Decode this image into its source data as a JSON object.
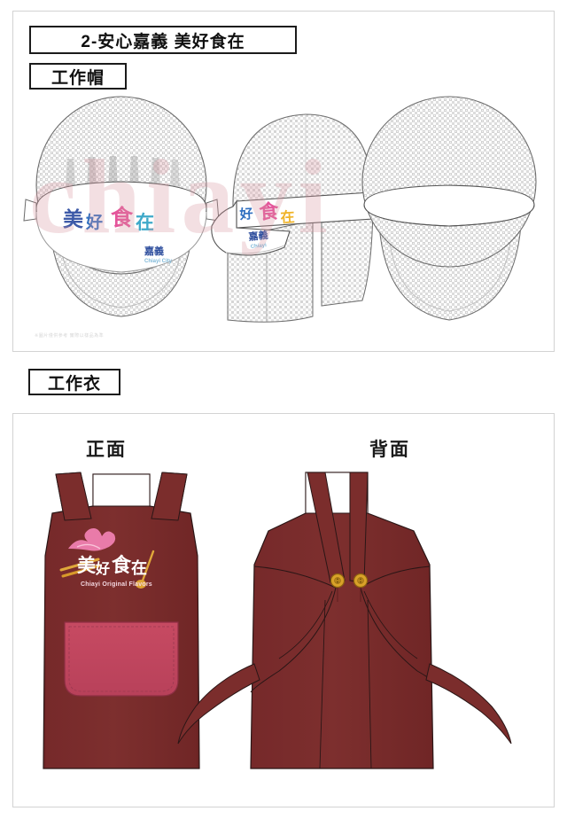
{
  "document": {
    "title": "2-安心嘉義 美好食在"
  },
  "sections": {
    "cap": {
      "heading": "工作帽",
      "footnote": "※圖片僅供參考 實際以樣品為準",
      "views": [
        {
          "name": "front-view",
          "label": ""
        },
        {
          "name": "side-view",
          "label": ""
        },
        {
          "name": "back-view",
          "label": ""
        }
      ],
      "cap_logo": {
        "chars": [
          "美",
          "好",
          "食",
          "在"
        ],
        "char_colors": [
          "#3d5aa8",
          "#2f6fc0",
          "#e4559b",
          "#3fa9c9"
        ],
        "sub_cn": "嘉義",
        "sub_en": "Chiayi City",
        "sub_cn_color": "#2f4f9e",
        "sub_en_color": "#7fb8d8"
      },
      "side_logo": {
        "chars": [
          "好",
          "食",
          "在"
        ],
        "char_colors": [
          "#2f6fc0",
          "#e4559b",
          "#f0b429"
        ],
        "sub_cn": "嘉義",
        "sub_en": "Chiayi"
      }
    },
    "apron": {
      "heading": "工作衣",
      "views": [
        {
          "name": "front",
          "label": "正面"
        },
        {
          "name": "back",
          "label": "背面"
        }
      ],
      "apron_logo": {
        "chars": [
          "美",
          "好",
          "食",
          "在"
        ],
        "subtitle_en": "Chiayi Original Flavors"
      }
    }
  },
  "watermark": {
    "text": "chiayi"
  },
  "colors": {
    "apron_body": "#7b2d2c",
    "apron_body_dark": "#6b2524",
    "apron_pocket": "#c2485f",
    "button_gold": "#d9a229",
    "button_gold_dark": "#a97c18",
    "outline": "#2a1616",
    "cap_mesh": "#c9c9c9",
    "cap_band": "#ffffff",
    "panel_border": "#d3d3d3",
    "label_border": "#1b1b1b",
    "watermark": "#d896a0"
  }
}
